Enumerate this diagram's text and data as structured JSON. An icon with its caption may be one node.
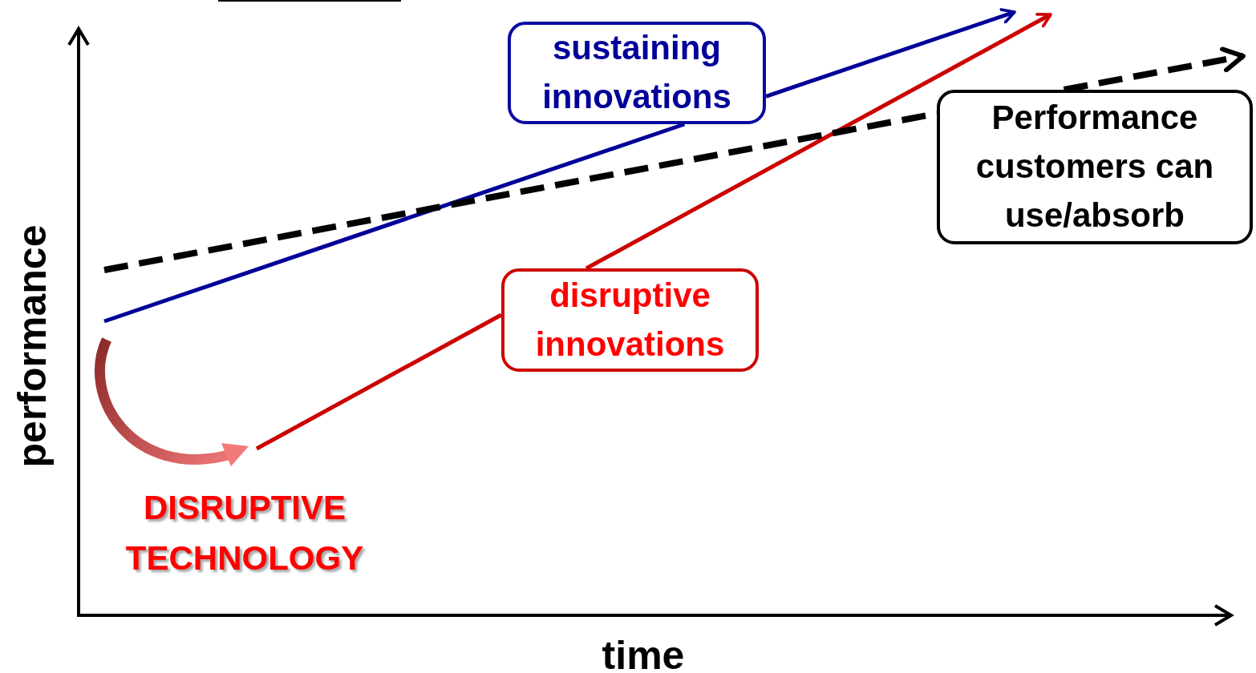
{
  "diagram": {
    "nodes": [
      {
        "text": [
          "sustaining innovations"
        ]
      },
      {
        "text": [
          "disruptive innovations"
        ]
      },
      {
        "text": [
          "Performance customers can use/absorb"
        ]
      },
      {
        "text": [
          "DISRUPTIVE TECHNOLOGY"
        ]
      }
    ],
    "edges": [
      {
        "from": null,
        "to": 0,
        "arrow": "none",
        "color": "#000099"
      },
      {
        "from": 0,
        "to": null,
        "arrow": "to",
        "color": "#000099"
      },
      {
        "from": null,
        "to": 1,
        "arrow": "none",
        "color": "#cc0000"
      },
      {
        "from": 1,
        "to": null,
        "arrow": "to",
        "color": "#cc0000"
      },
      {
        "from": null,
        "to": 2,
        "arrow": "none",
        "style": "dashed",
        "color": "#000000"
      },
      {
        "from": 2,
        "to": null,
        "arrow": "to",
        "style": "dashed",
        "color": "#000000"
      }
    ],
    "labels": [
      "performance",
      "time"
    ]
  }
}
